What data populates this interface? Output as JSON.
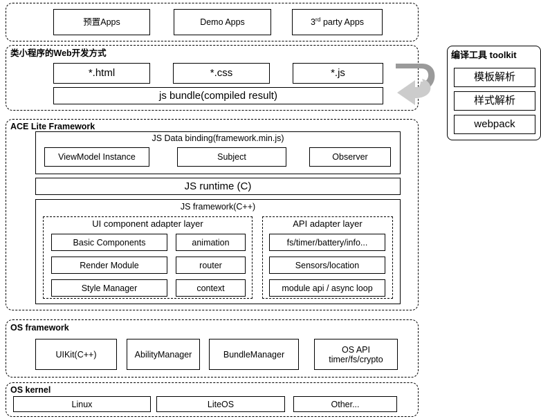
{
  "diagram": {
    "title": "ACE Lite / OpenHarmony JS framework architecture",
    "colors": {
      "line": "#000000",
      "background": "#ffffff",
      "arrow_dark": "#9a9a9a",
      "arrow_light": "#cccccc"
    }
  },
  "apps_layer": {
    "label": "",
    "items": [
      {
        "label": "预置Apps"
      },
      {
        "label": "Demo  Apps"
      },
      {
        "label": "3rd party Apps",
        "sup_prefix": "3",
        "sup": "rd",
        "sup_rest": " party Apps"
      }
    ]
  },
  "web_layer": {
    "title": "类小程序的Web开发方式",
    "files": [
      {
        "label": "*.html"
      },
      {
        "label": "*.css"
      },
      {
        "label": "*.js"
      }
    ],
    "bundle": {
      "label": "js bundle(compiled result)"
    }
  },
  "toolkit": {
    "title": "编译工具 toolkit",
    "items": [
      {
        "label": "模板解析"
      },
      {
        "label": "样式解析"
      },
      {
        "label": "webpack"
      }
    ]
  },
  "arrow": {
    "name": "compile-loop-arrow",
    "direction": "left"
  },
  "ace_layer": {
    "title": "ACE Lite Framework",
    "data_binding": {
      "caption": "JS Data  binding(framework.min.js)",
      "items": [
        {
          "label": "ViewModel  Instance"
        },
        {
          "label": "Subject"
        },
        {
          "label": "Observer"
        }
      ]
    },
    "runtime": {
      "label": "JS runtime  (C)"
    },
    "js_framework": {
      "caption": "JS framework(C++)",
      "ui_adapter": {
        "caption": "UI  component adapter layer",
        "left_items": [
          {
            "label": "Basic Components"
          },
          {
            "label": "Render  Module"
          },
          {
            "label": "Style Manager"
          }
        ],
        "right_items": [
          {
            "label": "animation"
          },
          {
            "label": "router"
          },
          {
            "label": "context"
          }
        ]
      },
      "api_adapter": {
        "caption": "API adapter layer",
        "items": [
          {
            "label": "fs/timer/battery/info..."
          },
          {
            "label": "Sensors/location"
          },
          {
            "label": "module  api / async loop"
          }
        ]
      }
    }
  },
  "os_framework": {
    "title": "OS framework",
    "items": [
      {
        "label": "UIKit(C++)",
        "line2": ""
      },
      {
        "label": "AbilityManager",
        "line2": ""
      },
      {
        "label": "BundleManager",
        "line2": ""
      },
      {
        "label": "OS API",
        "line2": "timer/fs/crypto"
      }
    ]
  },
  "os_kernel": {
    "title": "OS kernel",
    "items": [
      {
        "label": "Linux"
      },
      {
        "label": "LiteOS"
      },
      {
        "label": "Other..."
      }
    ]
  }
}
